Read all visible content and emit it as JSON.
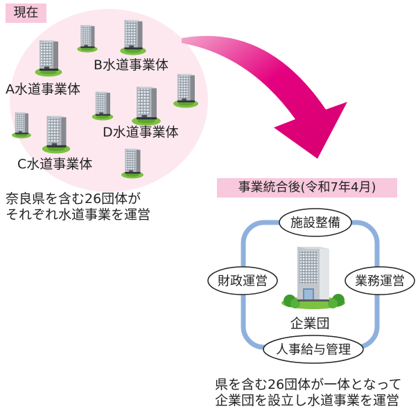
{
  "colors": {
    "label_bg": "#f8c8dc",
    "circle_fill": "#fde8f0",
    "arrow": "#e4007f",
    "ring": "#8fb0dd",
    "building_base": "#7dc143"
  },
  "icons": [
    "building-icon",
    "arrow-icon",
    "tree-icon"
  ],
  "current": {
    "label": "現在",
    "entities": {
      "a": "A水道事業体",
      "b": "B水道事業体",
      "c": "C水道事業体",
      "d": "D水道事業体"
    },
    "caption": [
      "奈良県を含む26団体が",
      "それぞれ水道事業を運営"
    ]
  },
  "after": {
    "label": "事業統合後(令和7年4月)",
    "functions": {
      "top": "施設整備",
      "left": "財政運営",
      "right": "業務運営",
      "bottom": "人事給与管理"
    },
    "center": "企業団",
    "caption": [
      "県を含む26団体が一体となって",
      "企業団を設立し水道事業を運営"
    ]
  }
}
